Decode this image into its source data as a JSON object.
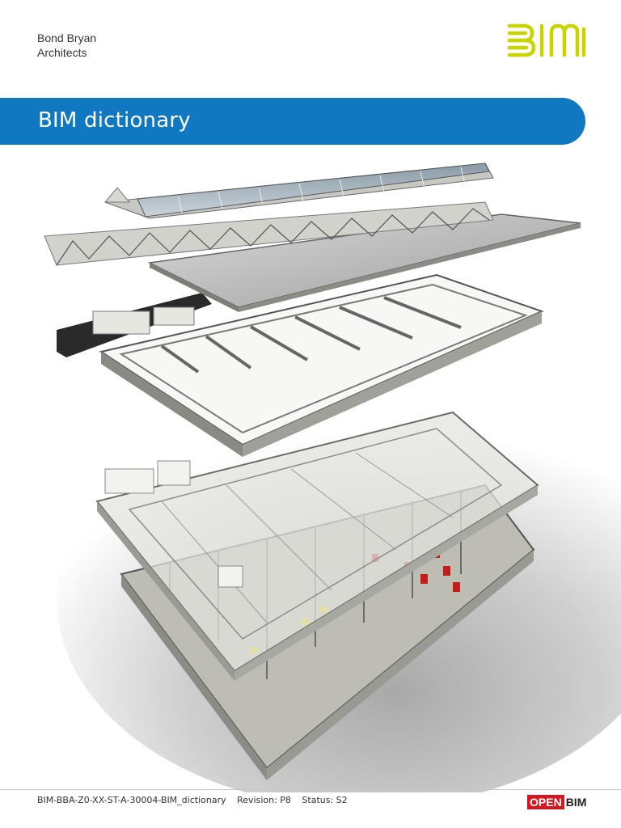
{
  "header": {
    "firm_line1": "Bond Bryan",
    "firm_line2": "Architects",
    "logo_text": "BIM",
    "logo_color": "#c8d400"
  },
  "title_band": {
    "title": "BIM dictionary",
    "color": "#0f78c0"
  },
  "hero_image": {
    "icon": "exploded-building-model-illustration"
  },
  "footer": {
    "document_ref": "BIM-BBA-Z0-XX-ST-A-30004-BIM_dictionary",
    "revision": "Revision: P8",
    "status": "Status: S2",
    "badge_open": "OPEN",
    "badge_bim": "BIM",
    "badge_color": "#d7161e"
  }
}
